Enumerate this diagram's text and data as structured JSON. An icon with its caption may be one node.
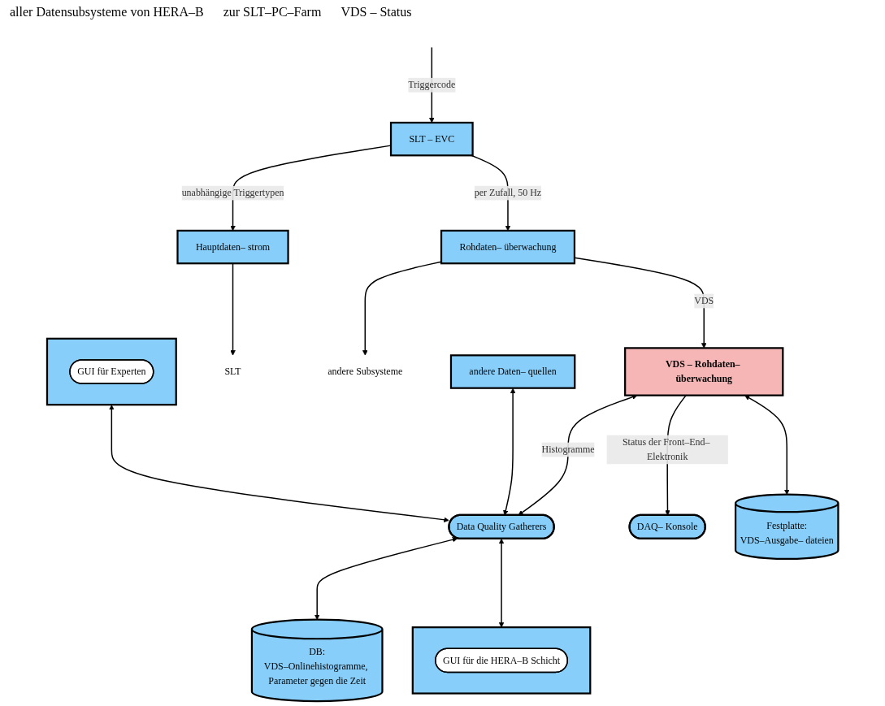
{
  "diagram": {
    "nodes": [
      {
        "text": [
          "SLT – EVC"
        ]
      },
      {
        "text": [
          "Hauptdaten– strom"
        ]
      },
      {
        "text": [
          "Rohdaten– überwachung"
        ]
      },
      {
        "text": [
          "SLT"
        ]
      },
      {
        "text": [
          "andere Subsysteme"
        ]
      },
      {
        "text": [
          "andere Daten– quellen"
        ]
      },
      {
        "text": [],
        "shape": "box"
      },
      {
        "text": [
          "GUI für Experten"
        ],
        "in": 6
      },
      {
        "text": [
          "VDS – Rohdaten– überwachung"
        ]
      },
      {
        "text": [
          "Data Quality Gatherers"
        ]
      },
      {
        "text": [],
        "shape": "box"
      },
      {
        "text": [
          "GUI für die HERA–B Schicht"
        ],
        "in": 10
      },
      {
        "text": [
          "DAQ– Konsole"
        ]
      },
      {
        "text": [
          "Festplatte:",
          "VDS–Ausgabe– dateien"
        ]
      },
      {
        "text": [
          "DB:",
          "VDS–Onlinehistogramme, Parameter gegen die Zeit"
        ]
      }
    ],
    "edges": [
      {
        "from": null,
        "to": 0,
        "arrow": "to",
        "label": "Triggercode"
      },
      {
        "from": 0,
        "to": 1,
        "arrow": "to",
        "label": "unabhängige Triggertypen"
      },
      {
        "from": 0,
        "to": 2,
        "arrow": "to",
        "label": "per Zufall, 50 Hz"
      },
      {
        "from": 1,
        "to": 3,
        "arrow": "to"
      },
      {
        "from": 2,
        "to": 4,
        "arrow": "to"
      },
      {
        "from": 2,
        "to": 8,
        "arrow": "to",
        "label": "VDS"
      },
      {
        "from": 8,
        "to": 12,
        "arrow": "to",
        "label": "Status der Front–End– Elektronik"
      },
      {
        "from": 8,
        "to": 9,
        "arrow": "both",
        "label": "Histogramme"
      },
      {
        "from": 8,
        "to": 13,
        "arrow": "both"
      },
      {
        "from": 5,
        "to": 9,
        "arrow": "both"
      },
      {
        "from": 6,
        "to": 9,
        "arrow": "both"
      },
      {
        "from": 9,
        "to": 10,
        "arrow": "both"
      },
      {
        "from": 9,
        "to": 14,
        "arrow": "both"
      }
    ],
    "labels": [
      "aller Datensubsysteme von HERA–B",
      "zur SLT–PC–Farm",
      "VDS – Status"
    ]
  }
}
